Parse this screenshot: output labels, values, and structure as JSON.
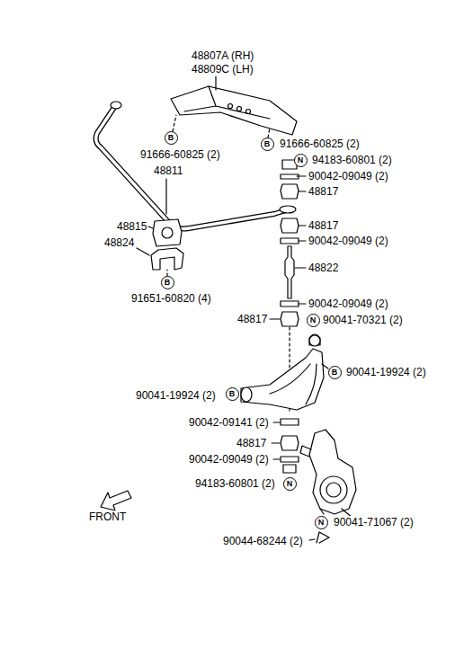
{
  "diagram": {
    "nodes": [
      {
        "text": [
          "B"
        ]
      },
      {
        "text": [
          "B"
        ]
      },
      {
        "text": [
          "N"
        ]
      },
      {
        "text": [
          "B"
        ]
      },
      {
        "text": [
          "N"
        ]
      },
      {
        "text": [
          "B"
        ]
      },
      {
        "text": [
          "B"
        ]
      },
      {
        "text": [
          "N"
        ]
      },
      {
        "text": [
          "N"
        ]
      }
    ],
    "labels": [
      "48807A (RH)",
      "48809C (LH)",
      "91666-60825 (2)",
      "91666-60825 (2)",
      "94183-60801 (2)",
      "90042-09049 (2)",
      "48811",
      "48817",
      "48815",
      "48817",
      "90042-09049 (2)",
      "48824",
      "48822",
      "91651-60820 (4)",
      "90042-09049 (2)",
      "48817",
      "90041-70321 (2)",
      "90041-19924 (2)",
      "90041-19924 (2)",
      "90042-09141 (2)",
      "48817",
      "90042-09049 (2)",
      "94183-60801 (2)",
      "FRONT",
      "90041-71067 (2)",
      "90044-68244 (2)"
    ]
  }
}
